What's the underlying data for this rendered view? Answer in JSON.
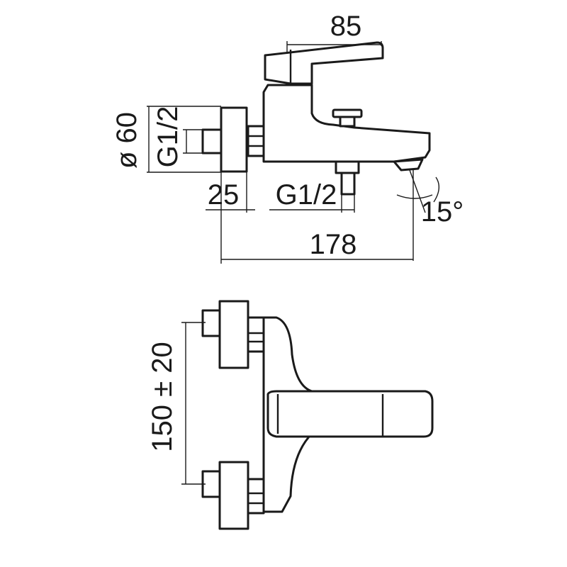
{
  "side_view": {
    "dim_top_width": "85",
    "dim_diameter": "ø 60",
    "dim_inlet_thread": "G1/2",
    "dim_offset": "25",
    "dim_outlet_thread": "G1/2",
    "dim_angle": "15°",
    "dim_total_length": "178"
  },
  "front_view": {
    "dim_center_distance": "150 ± 20"
  }
}
